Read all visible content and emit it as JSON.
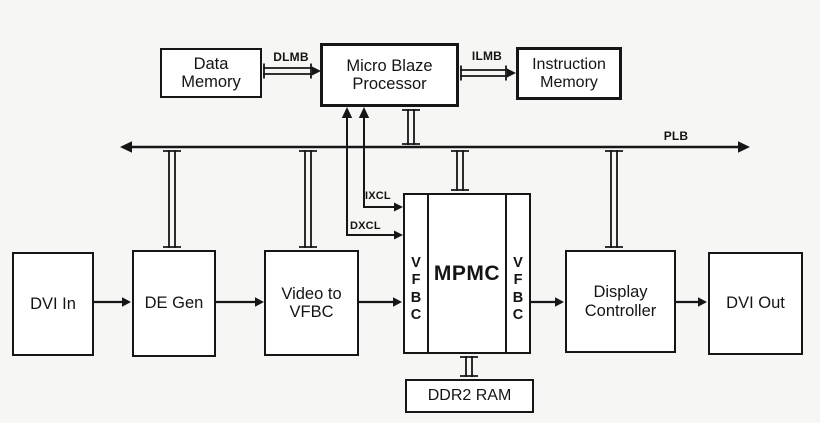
{
  "colors": {
    "background": "#f6f6f4",
    "box_fill": "#ffffff",
    "line": "#161616",
    "text": "#141414"
  },
  "blocks": {
    "data_memory": "Data Memory",
    "microblaze": "Micro Blaze Processor",
    "instruction_memory": "Instruction Memory",
    "dvi_in": "DVI In",
    "de_gen": "DE Gen",
    "video_to_vfbc": "Video to VFBC",
    "mpmc": "MPMC",
    "display_controller": "Display Controller",
    "dvi_out": "DVI Out",
    "ddr2_ram": "DDR2 RAM"
  },
  "vfbc_letters": [
    "V",
    "F",
    "B",
    "C"
  ],
  "connector_labels": {
    "dlmb": "DLMB",
    "ilmb": "ILMB",
    "plb": "PLB",
    "ixcl": "IXCL",
    "dxcl": "DXCL"
  },
  "connections": [
    {
      "from": "Data Memory",
      "to": "Micro Blaze Processor",
      "label": "DLMB",
      "style": "double-line-arrow"
    },
    {
      "from": "Micro Blaze Processor",
      "to": "Instruction Memory",
      "label": "ILMB",
      "style": "double-line-arrow"
    },
    {
      "from": "Micro Blaze Processor",
      "to": "PLB",
      "style": "bus-tap"
    },
    {
      "from": "PLB",
      "to": "DE Gen",
      "style": "bus-tap"
    },
    {
      "from": "PLB",
      "to": "Video to VFBC",
      "style": "bus-tap"
    },
    {
      "from": "PLB",
      "to": "MPMC",
      "style": "bus-tap"
    },
    {
      "from": "PLB",
      "to": "Display Controller",
      "style": "bus-tap"
    },
    {
      "between": [
        "Micro Blaze Processor",
        "MPMC"
      ],
      "label": "IXCL",
      "style": "arrow-both-ends"
    },
    {
      "between": [
        "Micro Blaze Processor",
        "MPMC"
      ],
      "label": "DXCL",
      "style": "arrow-both-ends"
    },
    {
      "from": "DVI In",
      "to": "DE Gen",
      "style": "arrow"
    },
    {
      "from": "DE Gen",
      "to": "Video to VFBC",
      "style": "arrow"
    },
    {
      "from": "Video to VFBC",
      "to": "MPMC",
      "style": "arrow"
    },
    {
      "from": "MPMC",
      "to": "Display Controller",
      "style": "arrow"
    },
    {
      "from": "Display Controller",
      "to": "DVI Out",
      "style": "arrow"
    },
    {
      "between": [
        "MPMC",
        "DDR2 RAM"
      ],
      "style": "bus-tap"
    }
  ]
}
